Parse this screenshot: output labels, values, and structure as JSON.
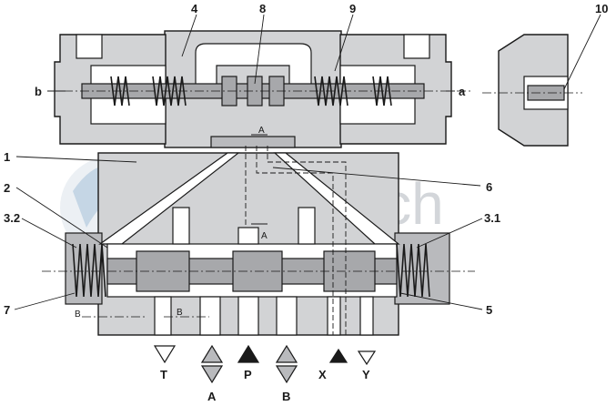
{
  "watermark": "Hydrotech",
  "callouts": {
    "n1": "1",
    "n2": "2",
    "n3_2": "3.2",
    "n3_1": "3.1",
    "n4": "4",
    "n5": "5",
    "n6": "6",
    "n7": "7",
    "n8": "8",
    "n9": "9",
    "n10": "10",
    "side_a": "a",
    "side_b": "b"
  },
  "section_markers": {
    "a_upper": "A",
    "a_lower": "A",
    "b_left": "B",
    "b_right": "B"
  },
  "ports": {
    "T": "T",
    "A": "A",
    "P": "P",
    "B": "B",
    "X": "X",
    "Y": "Y"
  },
  "colors": {
    "body": "#d2d3d5",
    "spool": "#a7a8ab",
    "outline": "#1a1a1a",
    "watermark": "#9ea3ad"
  }
}
